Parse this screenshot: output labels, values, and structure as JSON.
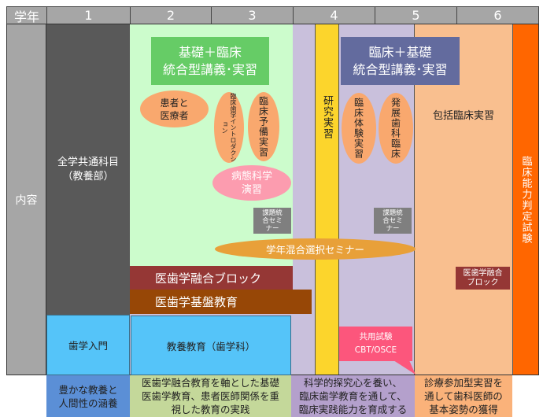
{
  "header": {
    "label": "学年",
    "years": [
      "1",
      "2",
      "3",
      "4",
      "5",
      "6"
    ]
  },
  "row_label": "内容",
  "blocks": {
    "general_common": "全学共通科目\n（教養部）",
    "basic_clinical": "基礎＋臨床\n統合型講義･実習",
    "patient_provider": "患者と\n医療者",
    "clinical_intro": "臨床歯学イントロダクション",
    "clinical_prep": "臨床予備実習",
    "pathology": "病態科学\n演習",
    "research": "研究実習",
    "clinical_basic": "臨床＋基礎\n統合型講義･実習",
    "clinical_experience": "臨床体験実習",
    "advanced_dental": "発展歯科臨床",
    "comprehensive": "包括臨床実習",
    "final_exam": "臨床能力判定試験",
    "seminar_1": "課題統\n合セミ\nナー",
    "seminar_2": "課題統\n合セミ\nナー",
    "mixed_seminar": "学年混合選択セミナー",
    "fusion_block": "医歯学融合ブロック",
    "foundation": "医歯学基盤教育",
    "fusion_block_small": "医歯学融合\nブロック",
    "dental_intro": "歯学入門",
    "liberal_arts": "教養教育（歯学科）",
    "common_exam": "共用試験\nCBT/OSCE"
  },
  "notes": [
    "豊かな教養と\n人間性の涵養",
    "医歯学融合教育を軸とした基礎\n医歯学教育、患者医師関係を重\n視した教育の実践",
    "科学的探究心を養い、\n臨床歯学教育を通して、\n臨床実践能力を育成する",
    "診療参加型実習を\n通して歯科医師の\n基本姿勢の獲得"
  ]
}
